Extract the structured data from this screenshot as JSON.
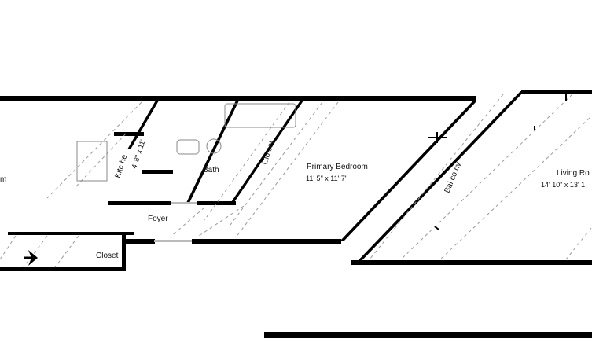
{
  "rooms": {
    "primary_bedroom": {
      "name": "Primary Bedroom",
      "dims": "11' 5\" x 11' 7\""
    },
    "living_room": {
      "name": "Living Ro",
      "dims": "14' 10\" x 13' 1"
    },
    "bath": {
      "name": "Bath"
    },
    "foyer": {
      "name": "Foyer"
    },
    "closet_lower": {
      "name": "Closet"
    },
    "closet_vertical": {
      "name": "Clo set"
    },
    "balcony": {
      "name": "Bal co ny"
    },
    "kitchen": {
      "name": "Kitc he",
      "dims": "4' 8\" x 11'"
    },
    "left_room_fragment": {
      "name": "m"
    }
  },
  "colors": {
    "wall": "#000000",
    "fixture": "#9a9a9a",
    "background": "#ffffff"
  }
}
